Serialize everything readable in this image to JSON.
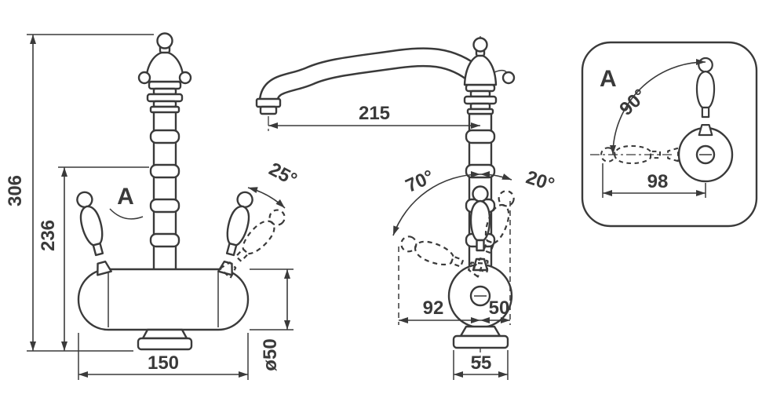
{
  "colors": {
    "line": "#3a3a3a",
    "background": "#ffffff"
  },
  "front_view": {
    "total_height": "306",
    "upper_height": "236",
    "base_width": "150",
    "body_diameter": "ø50",
    "handle_angle": "25°",
    "detail_marker": "A"
  },
  "side_view": {
    "spout_reach": "215",
    "handle_angle_front": "70°",
    "handle_angle_back": "20°",
    "handle_reach_front": "92",
    "handle_reach_back": "50",
    "base_depth": "55"
  },
  "detail_view": {
    "label": "A",
    "rotation_angle": "90°",
    "handle_length": "98"
  }
}
